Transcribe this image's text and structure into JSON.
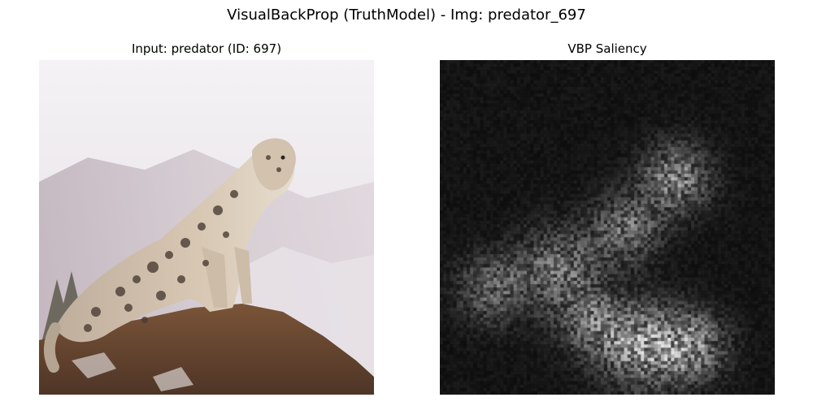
{
  "figure": {
    "title": "VisualBackProp (TruthModel) - Img: predator_697"
  },
  "panels": {
    "input": {
      "title": "Input: predator (ID: 697)"
    },
    "saliency": {
      "title": "VBP Saliency",
      "colormap": "gray"
    }
  },
  "colors": {
    "background": "#ffffff",
    "text": "#000000",
    "sky": "#ece8ec",
    "mountain_haze": "#c8bcc4",
    "leopard_fur": "#c9b8a4",
    "leopard_spots": "#4a3d33",
    "rock": "#6b4a34",
    "saliency_base": "#0b0b0b",
    "saliency_highlight": "#e6e6e6"
  }
}
